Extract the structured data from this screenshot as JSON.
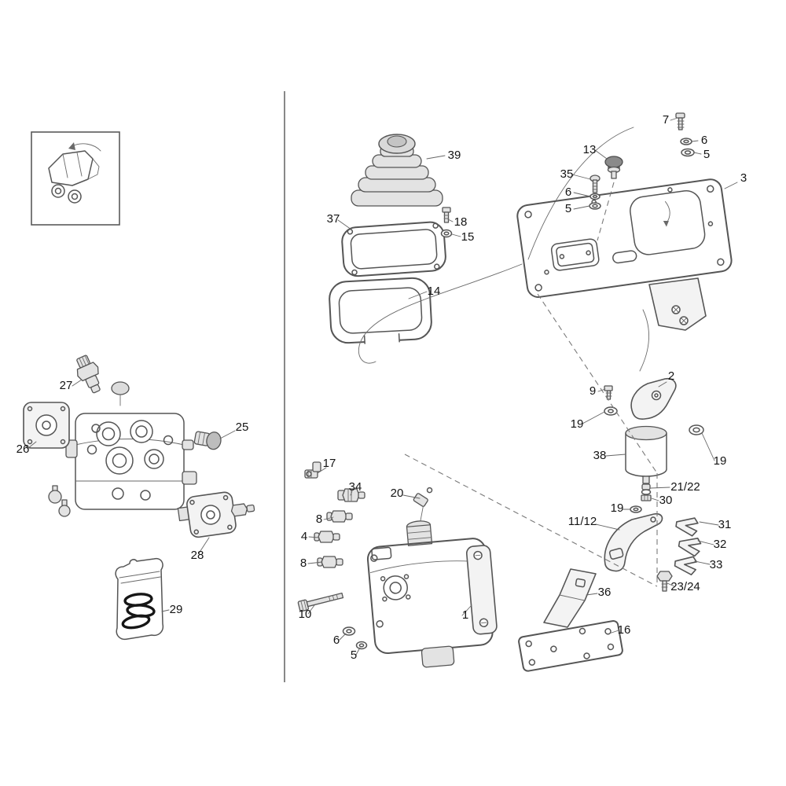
{
  "colors": {
    "background": "#ffffff",
    "line": "#555555",
    "label": "#141414"
  },
  "callouts": {
    "n1": "1",
    "n2": "2",
    "n3": "3",
    "n4": "4",
    "n5": "5",
    "n6": "6",
    "n7": "7",
    "n8": "8",
    "n9": "9",
    "n10": "10",
    "n11_12": "11/12",
    "n13": "13",
    "n14": "14",
    "n15": "15",
    "n16": "16",
    "n17": "17",
    "n18": "18",
    "n19": "19",
    "n20": "20",
    "n21_22": "21/22",
    "n23_24": "23/24",
    "n25": "25",
    "n26": "26",
    "n27": "27",
    "n28": "28",
    "n29": "29",
    "n30": "30",
    "n31": "31",
    "n32": "32",
    "n33": "33",
    "n34": "34",
    "n35": "35",
    "n36": "36",
    "n37": "37",
    "n38": "38",
    "n39": "39"
  }
}
